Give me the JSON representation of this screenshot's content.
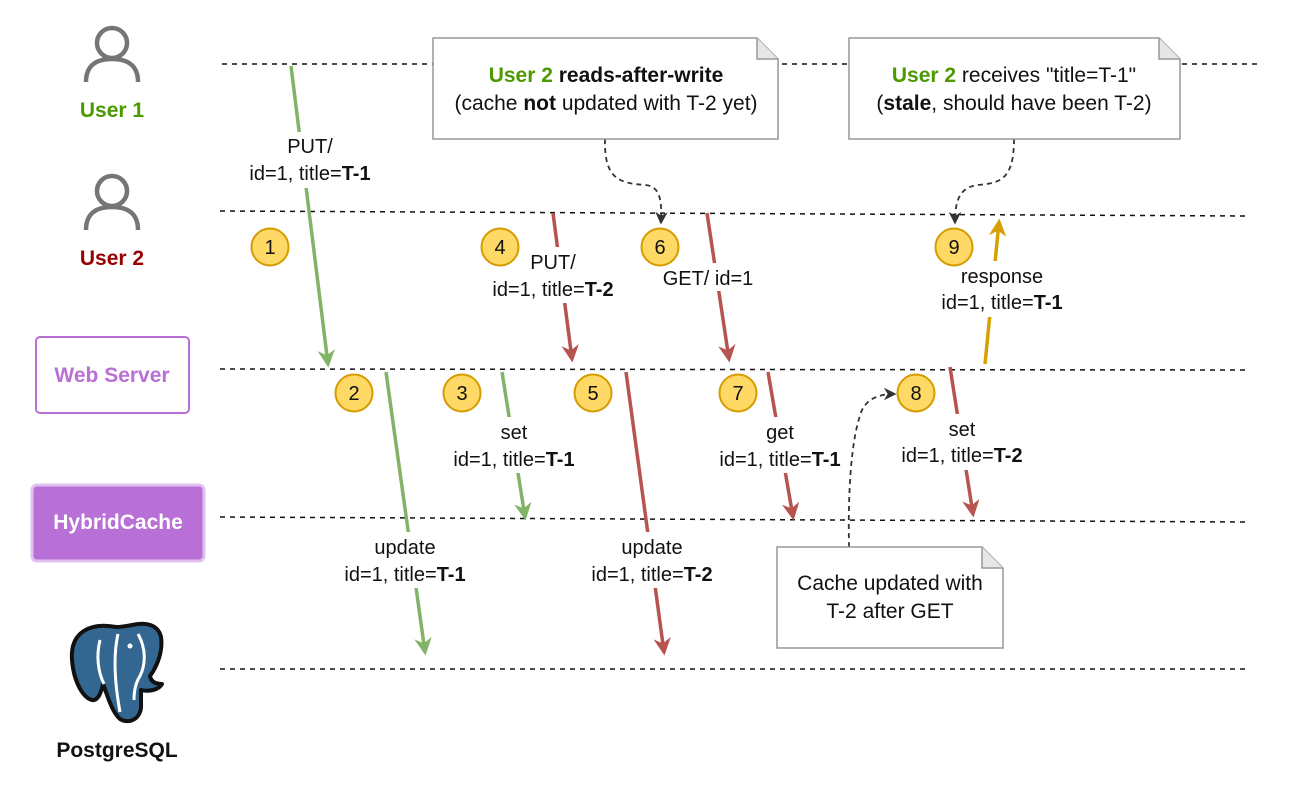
{
  "colors": {
    "green": "#82b366",
    "red": "#b85450",
    "gold": "#d6a100",
    "user1": "#4d9900",
    "user2": "#990000",
    "webserver": "#b86fd6",
    "hybridcache_fill": "#b86fd6",
    "step_fill": "#ffd966",
    "step_stroke": "#d79b00",
    "postgres_blue": "#336791"
  },
  "actors": {
    "user1": {
      "label": "User 1",
      "icon": "user-icon"
    },
    "user2": {
      "label": "User 2",
      "icon": "user-icon"
    },
    "webserver": {
      "label": "Web Server"
    },
    "hybridcache": {
      "label": "HybridCache"
    },
    "postgres": {
      "label": "PostgreSQL",
      "icon": "postgresql-elephant-icon"
    }
  },
  "steps": [
    "1",
    "2",
    "3",
    "4",
    "5",
    "6",
    "7",
    "8",
    "9"
  ],
  "arrows": {
    "a1": {
      "line1": "PUT/",
      "line2_pre": "id=1, title=",
      "line2_bold": "T-1"
    },
    "a2": {
      "line1": "update",
      "line2_pre": "id=1, title=",
      "line2_bold": "T-1"
    },
    "a3": {
      "line1": "set",
      "line2_pre": "id=1, title=",
      "line2_bold": "T-1"
    },
    "a4": {
      "line1": "PUT/",
      "line2_pre": "id=1, title=",
      "line2_bold": "T-2"
    },
    "a5": {
      "line1": "update",
      "line2_pre": "id=1, title=",
      "line2_bold": "T-2"
    },
    "a6": {
      "line1": "GET/ id=1"
    },
    "a7": {
      "line1": "get",
      "line2_pre": "id=1, title=",
      "line2_bold": "T-1"
    },
    "a8": {
      "line1": "set",
      "line2_pre": "id=1, title=",
      "line2_bold": "T-2"
    },
    "a9": {
      "line1": "response",
      "line2_pre": "id=1, title=",
      "line2_bold": "T-1"
    }
  },
  "notes": {
    "n1": {
      "l1_user": "User 2",
      "l1_bold": " reads-after-write",
      "l2_pre": "(cache ",
      "l2_bold": "not",
      "l2_post": " updated with T-2 yet)"
    },
    "n2": {
      "l1_user": "User 2",
      "l1_post": " receives \"title=T-1\"",
      "l2_pre": "(",
      "l2_bold": "stale",
      "l2_post": ", should have been T-2)"
    },
    "n3": {
      "l1": "Cache updated with",
      "l2": "T-2 after GET"
    }
  }
}
